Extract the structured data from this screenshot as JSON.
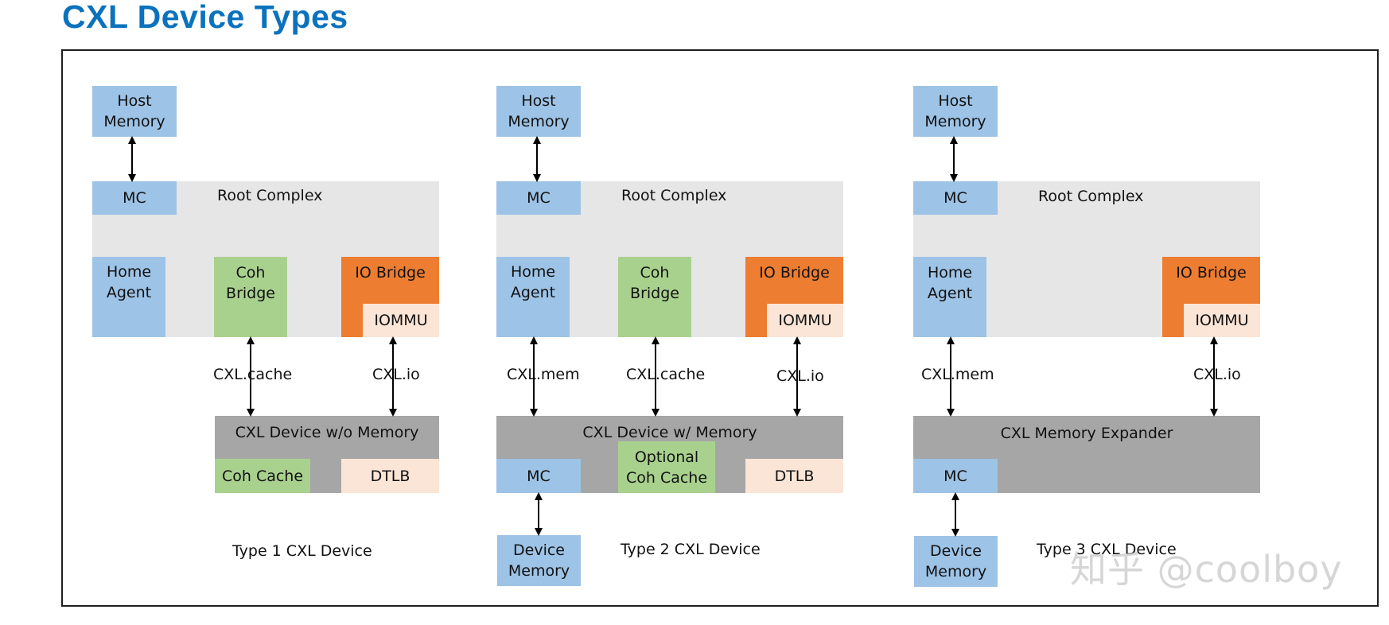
{
  "page_title": "CXL Device Types",
  "common": {
    "host_memory": "Host\nMemory",
    "mc": "MC",
    "root_complex": "Root Complex",
    "home_agent": "Home\nAgent",
    "coh_bridge": "Coh\nBridge",
    "io_bridge": "IO Bridge",
    "iommu": "IOMMU",
    "dtlb": "DTLB",
    "device_memory": "Device\nMemory"
  },
  "type1": {
    "caption": "Type 1 CXL Device",
    "device": "CXL Device w/o Memory",
    "coh_cache": "Coh Cache",
    "links": {
      "cache": "CXL.cache",
      "io": "CXL.io"
    }
  },
  "type2": {
    "caption": "Type 2 CXL Device",
    "device": "CXL Device w/ Memory",
    "coh_cache": "Optional\nCoh Cache",
    "links": {
      "mem": "CXL.mem",
      "cache": "CXL.cache",
      "io": "CXL.io"
    }
  },
  "type3": {
    "caption": "Type 3 CXL Device",
    "device": "CXL Memory Expander",
    "links": {
      "mem": "CXL.mem",
      "io": "CXL.io"
    }
  },
  "watermark": "知乎 @coolboy",
  "colors": {
    "title": "#0b72bd",
    "blue_box": "#9dc3e6",
    "light_gray": "#e6e6e6",
    "dark_gray": "#a6a6a6",
    "green_box": "#a9d18e",
    "orange_box": "#ed7d31",
    "peach_box": "#fbe5d6"
  }
}
